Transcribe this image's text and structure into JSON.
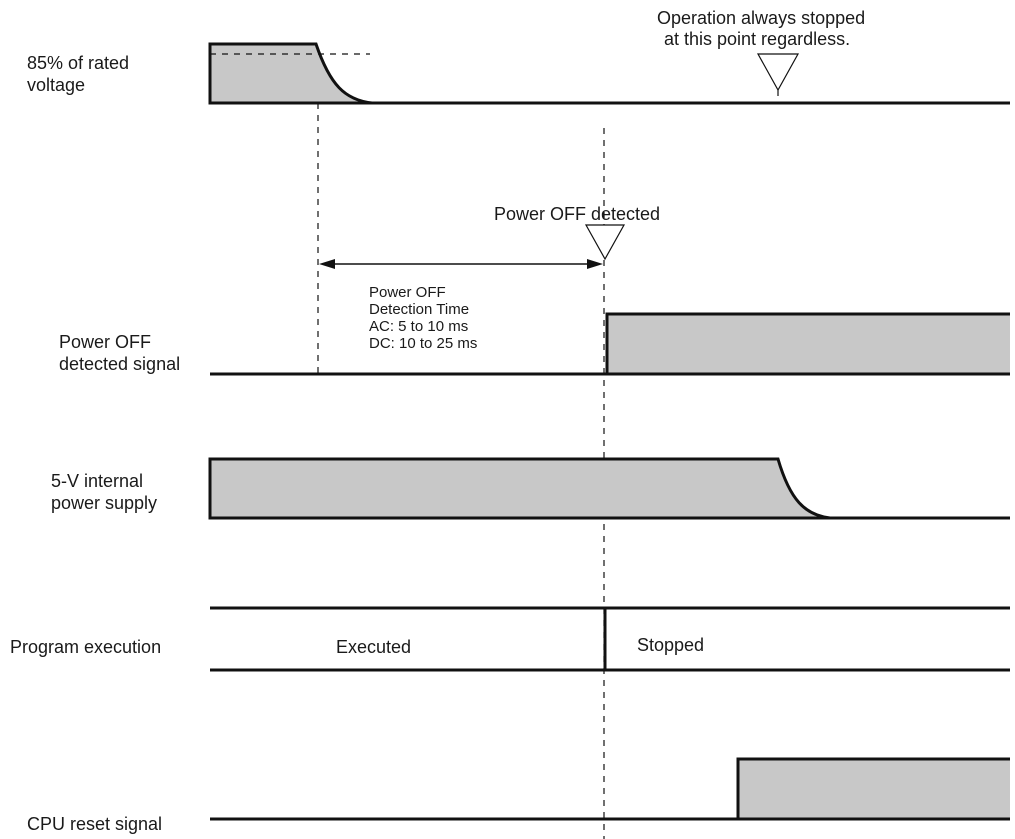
{
  "signals": {
    "voltage": [
      "85% of rated",
      "voltage"
    ],
    "power_off_signal": [
      "Power OFF",
      "detected signal"
    ],
    "internal_supply": [
      "5-V internal",
      "power supply"
    ],
    "program_execution": "Program execution",
    "cpu_reset": "CPU reset signal"
  },
  "annotations": {
    "operation_stopped": [
      "Operation always stopped",
      "at this point regardless."
    ],
    "power_off_detected": "Power OFF detected",
    "detection_time": [
      "Power OFF",
      "Detection Time",
      "AC: 5 to 10 ms",
      "DC: 10 to 25 ms"
    ]
  },
  "states": {
    "executed": "Executed",
    "stopped": "Stopped"
  },
  "colors": {
    "fill": "#c8c8c8",
    "line": "#111111"
  }
}
